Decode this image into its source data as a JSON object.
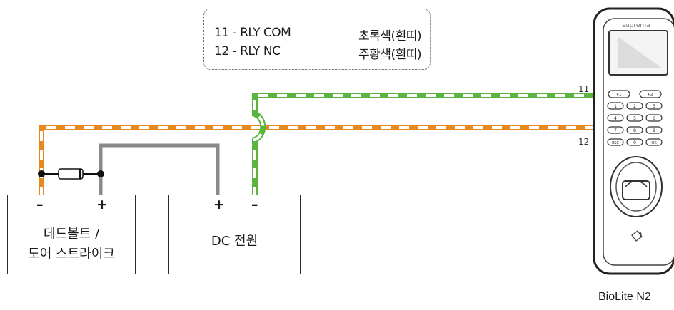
{
  "legend": {
    "rows": [
      {
        "code": "11 - RLY COM",
        "color": "초록색(흰띠)"
      },
      {
        "code": "12 - RLY NC",
        "color": "주황색(흰띠)"
      }
    ]
  },
  "door_lock": {
    "label_line1": "데드볼트 /",
    "label_line2": "도어 스트라이크",
    "minus": "–",
    "plus": "+"
  },
  "power": {
    "label": "DC 전원",
    "plus": "+",
    "minus": "–"
  },
  "device": {
    "brand": "suprema",
    "caption": "BioLite N2",
    "wire_11": "11",
    "wire_12": "12",
    "keys": [
      "F1",
      "F2",
      "1",
      "2",
      "3",
      "4",
      "5",
      "6",
      "7",
      "8",
      "9",
      "ESC",
      "0",
      "OK"
    ]
  },
  "colors": {
    "green": "#5ab540",
    "orange": "#e8891e",
    "gray": "#8a8a8a"
  }
}
